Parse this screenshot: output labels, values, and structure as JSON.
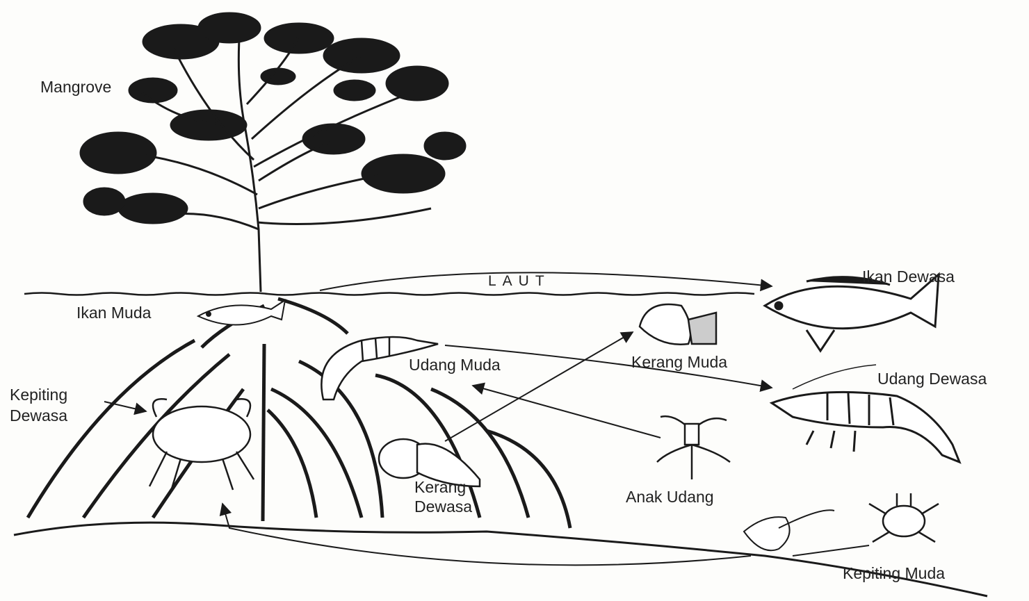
{
  "labels": {
    "mangrove": "Mangrove",
    "laut": "LAUT",
    "ikan_muda": "Ikan Muda",
    "ikan_dewasa": "Ikan Dewasa",
    "udang_muda": "Udang Muda",
    "udang_dewasa": "Udang Dewasa",
    "kerang_muda": "Kerang Muda",
    "kerang_dewasa_1": "Kerang",
    "kerang_dewasa_2": "Dewasa",
    "kepiting_dewasa_1": "Kepiting",
    "kepiting_dewasa_2": "Dewasa",
    "anak_udang": "Anak Udang",
    "kepiting_muda": "Kepiting Muda"
  },
  "colors": {
    "ink": "#1a1a1a",
    "paper": "#fdfdfb"
  }
}
